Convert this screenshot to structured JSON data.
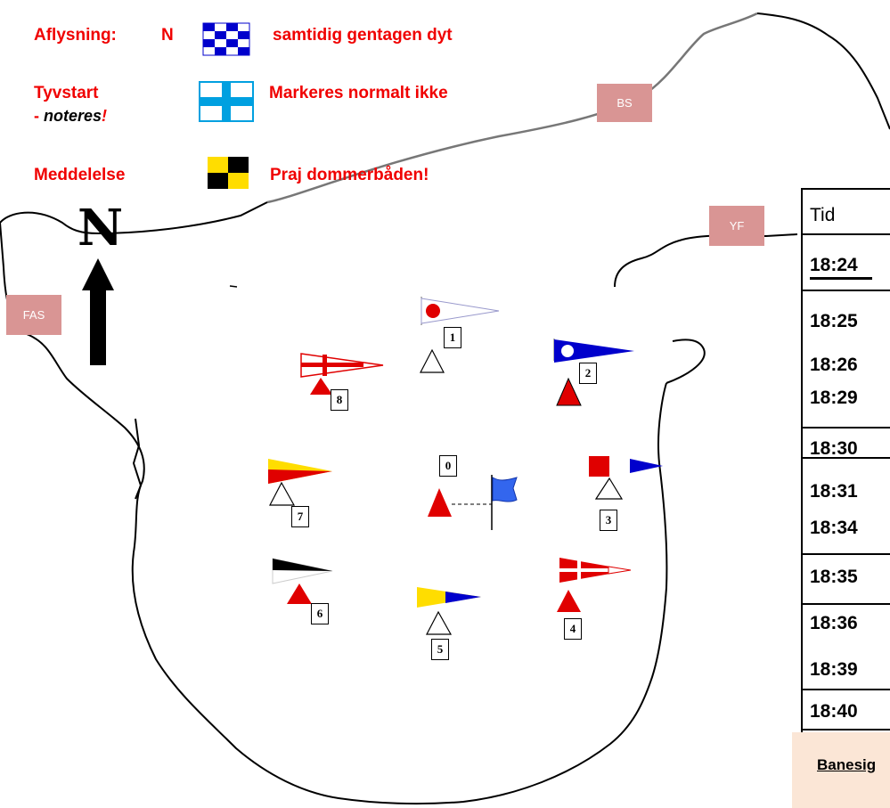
{
  "legend": {
    "row1": {
      "label": "Aflysning:",
      "letter": "N",
      "text": "samtidig gentagen dyt"
    },
    "row2": {
      "label": "Tyvstart",
      "sub_prefix": "- ",
      "sub_word": "noteres",
      "sub_bang": "!",
      "text": "Markeres normalt ikke"
    },
    "row3": {
      "label": "Meddelelse",
      "text": "Praj dommerbåden!"
    }
  },
  "compass": {
    "letter": "N"
  },
  "tags": {
    "bs": "BS",
    "yf": "YF",
    "fas": "FAS"
  },
  "marks": [
    "0",
    "1",
    "2",
    "3",
    "4",
    "5",
    "6",
    "7",
    "8"
  ],
  "table": {
    "header": "Tid",
    "times": [
      "18:24",
      "18:25",
      "18:26",
      "18:29",
      "18:30",
      "18:31",
      "18:34",
      "18:35",
      "18:36",
      "18:39",
      "18:40"
    ]
  },
  "banner": {
    "text": "Banesig"
  },
  "colors": {
    "text_red": "#f00000",
    "tag_fill": "#d99594",
    "banner_fill": "#fbe6d6",
    "flag_blue": "#0000cc"
  }
}
